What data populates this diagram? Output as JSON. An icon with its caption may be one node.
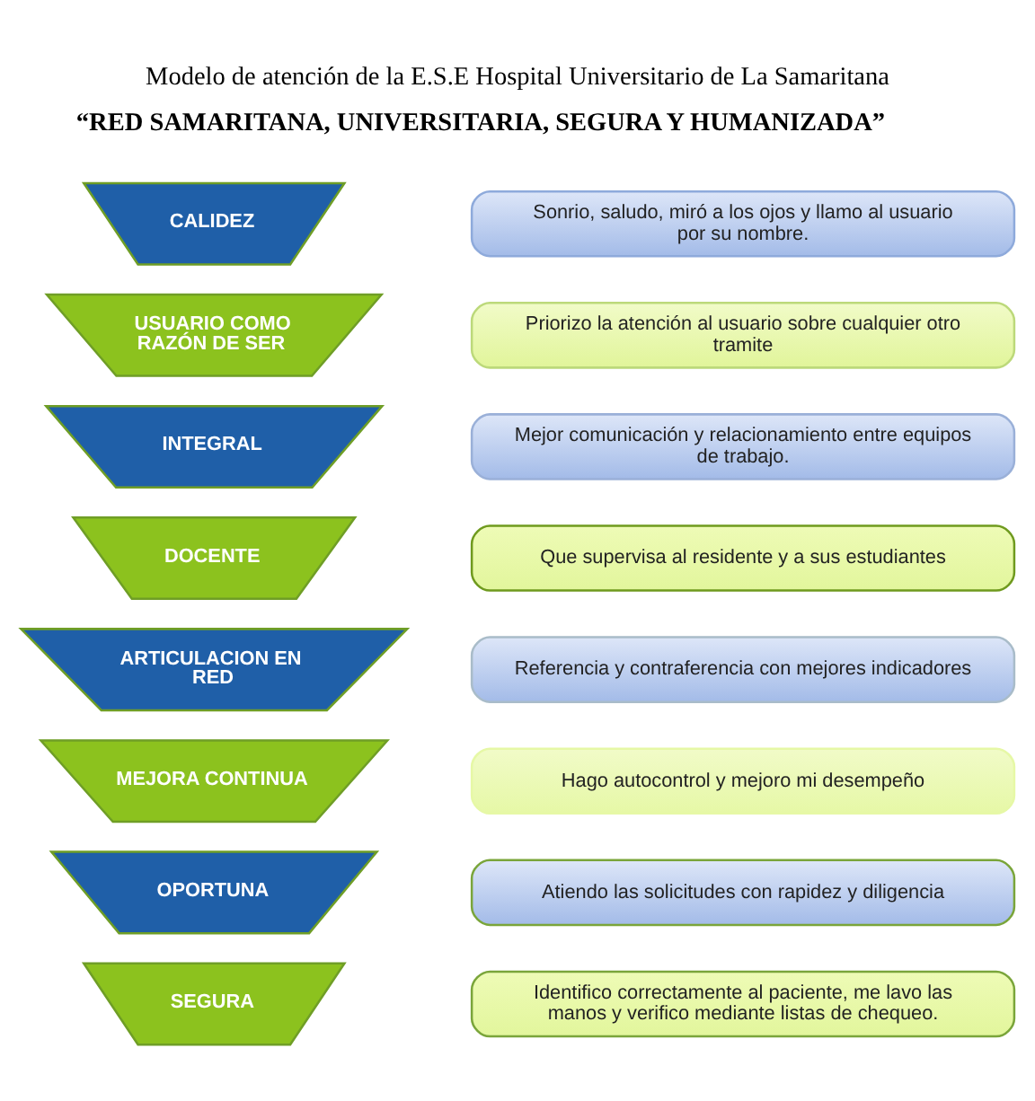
{
  "diagram": {
    "title": "Modelo de atención de la E.S.E Hospital Universitario de La Samaritana",
    "nodes": [
      {
        "text": [
          "CALIDEZ"
        ]
      },
      {
        "text": [
          "Sonrio, saludo, miró a los ojos y llamo al usuario por su nombre."
        ]
      },
      {
        "text": [
          "USUARIO COMO RAZÓN DE SER"
        ]
      },
      {
        "text": [
          "Priorizo la atención al usuario sobre cualquier otro tramite"
        ]
      },
      {
        "text": [
          "INTEGRAL"
        ]
      },
      {
        "text": [
          "Mejor comunicación y relacionamiento entre equipos de trabajo."
        ]
      },
      {
        "text": [
          "DOCENTE"
        ]
      },
      {
        "text": [
          "Que supervisa al residente y a sus estudiantes"
        ]
      },
      {
        "text": [
          "ARTICULACION EN RED"
        ]
      },
      {
        "text": [
          "Referencia y contraferencia con mejores indicadores"
        ]
      },
      {
        "text": [
          "MEJORA CONTINUA"
        ]
      },
      {
        "text": [
          "Hago autocontrol y mejoro mi desempeño"
        ]
      },
      {
        "text": [
          "OPORTUNA"
        ]
      },
      {
        "text": [
          "Atiendo las solicitudes con rapidez y diligencia"
        ]
      },
      {
        "text": [
          "SEGURA"
        ]
      },
      {
        "text": [
          "Identifico correctamente al paciente, me lavo las manos y verifico mediante listas de chequeo."
        ]
      }
    ],
    "labels": [
      "“RED SAMARITANA, UNIVERSITARIA, SEGURA Y HUMANIZADA”"
    ]
  }
}
